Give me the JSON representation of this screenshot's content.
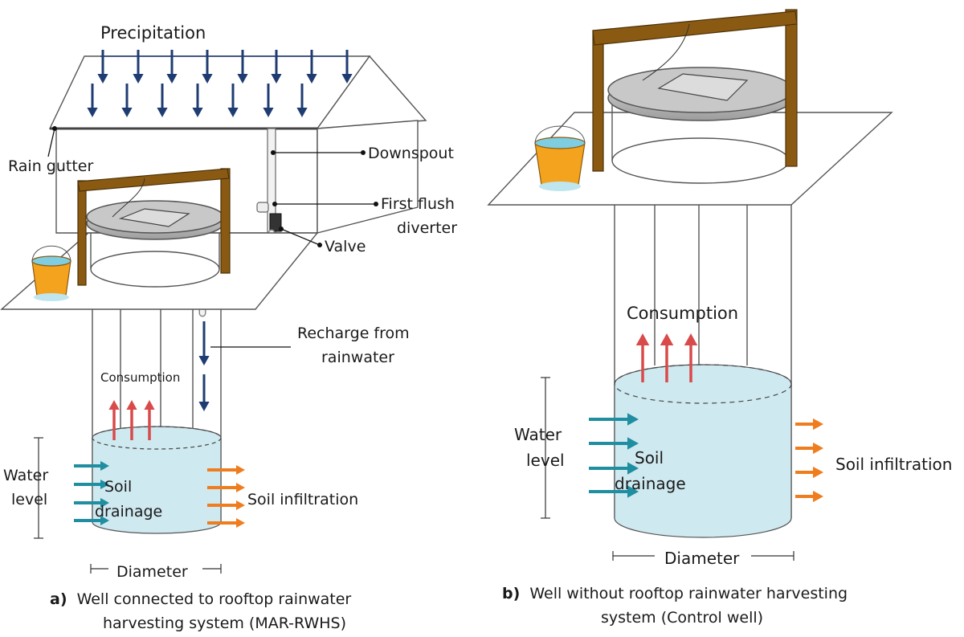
{
  "panel_a": {
    "labels": {
      "precipitation": "Precipitation",
      "rain_gutter": "Rain gutter",
      "downspout": "Downspout",
      "first_flush_1": "First flush",
      "first_flush_2": "diverter",
      "valve": "Valve",
      "recharge_1": "Recharge from",
      "recharge_2": "rainwater",
      "consumption": "Consumption",
      "water_level_1": "Water",
      "water_level_2": "level",
      "soil_drainage_1": "Soil",
      "soil_drainage_2": "drainage",
      "soil_infiltration": "Soil infiltration",
      "diameter": "Diameter"
    },
    "caption": {
      "prefix": "a)",
      "line1": "Well connected to rooftop rainwater",
      "line2": "harvesting system (MAR-RWHS)"
    }
  },
  "panel_b": {
    "labels": {
      "consumption": "Consumption",
      "water_level_1": "Water",
      "water_level_2": "level",
      "soil_drainage_1": "Soil",
      "soil_drainage_2": "drainage",
      "soil_infiltration": "Soil infiltration",
      "diameter": "Diameter"
    },
    "caption": {
      "prefix": "b)",
      "line1": "Well without rooftop rainwater harvesting",
      "line2": "system (Control well)"
    }
  },
  "colors": {
    "precipitation_arrow": "#1f3c72",
    "consumption_arrow": "#d94a4a",
    "drainage_arrow": "#1f8ea0",
    "infiltration_arrow": "#ef7d1e",
    "water": "#cfe9f0",
    "wood": "#8a5a12",
    "bucket": "#f3a31d"
  }
}
